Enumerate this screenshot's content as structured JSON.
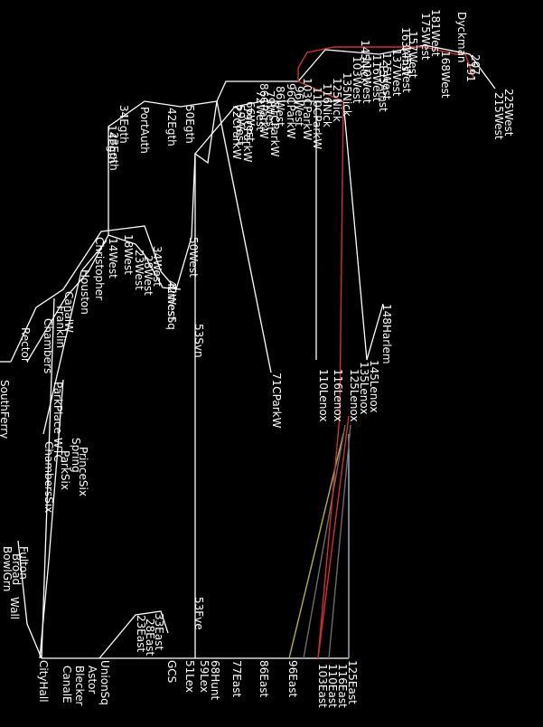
{
  "map": {
    "background": "#000000",
    "line_colors": {
      "default": "#ffffff",
      "red": "#d23030",
      "yellow_green": "#b4b43c",
      "dark_gray": "#6c6c6c",
      "light_blue": "#a9c6d6"
    },
    "stations": [
      {
        "id": "s225w",
        "label": "225West"
      },
      {
        "id": "s215w",
        "label": "215West"
      },
      {
        "id": "sdyck",
        "label": "Dyckman"
      },
      {
        "id": "s207",
        "label": "207"
      },
      {
        "id": "s191",
        "label": "191"
      },
      {
        "id": "s181w",
        "label": "181West"
      },
      {
        "id": "s175w",
        "label": "175West"
      },
      {
        "id": "s168w",
        "label": "168West"
      },
      {
        "id": "s157w",
        "label": "157West"
      },
      {
        "id": "s145w",
        "label": "145West"
      },
      {
        "id": "s137w",
        "label": "137West"
      },
      {
        "id": "s125w",
        "label": "125West"
      },
      {
        "id": "s116w",
        "label": "116West"
      },
      {
        "id": "s110w",
        "label": "110West"
      },
      {
        "id": "s103w",
        "label": "103West"
      },
      {
        "id": "s96w",
        "label": "96West"
      },
      {
        "id": "s86w",
        "label": "86West"
      },
      {
        "id": "s79w",
        "label": "79West"
      },
      {
        "id": "s72w",
        "label": "72West"
      },
      {
        "id": "s66w",
        "label": "66West"
      },
      {
        "id": "s59w",
        "label": "59West"
      },
      {
        "id": "s50w",
        "label": "50West"
      },
      {
        "id": "s42w",
        "label": "42West"
      },
      {
        "id": "s34w",
        "label": "34West"
      },
      {
        "id": "s28w",
        "label": "28West"
      },
      {
        "id": "s23w",
        "label": "23West"
      },
      {
        "id": "s18w",
        "label": "18West"
      },
      {
        "id": "s14w",
        "label": "14West"
      },
      {
        "id": "schris",
        "label": "Christopher"
      },
      {
        "id": "shous",
        "label": "Houston"
      },
      {
        "id": "scanal",
        "label": "CanalW"
      },
      {
        "id": "sfrank",
        "label": "Franklin"
      },
      {
        "id": "schamb",
        "label": "Chambers"
      },
      {
        "id": "srector",
        "label": "Rector"
      },
      {
        "id": "ssouth",
        "label": "SouthFerry"
      },
      {
        "id": "s14e",
        "label": "14Egth"
      },
      {
        "id": "s34e",
        "label": "34Egth"
      },
      {
        "id": "s23e",
        "label": "23Egth"
      },
      {
        "id": "s42e",
        "label": "42Egth"
      },
      {
        "id": "s50e",
        "label": "50Egth"
      },
      {
        "id": "sporta",
        "label": "PortAuth"
      },
      {
        "id": "stimes",
        "label": "TimesSq"
      },
      {
        "id": "s53s",
        "label": "53Svn"
      },
      {
        "id": "s53f",
        "label": "53Fve"
      },
      {
        "id": "s86cp",
        "label": "86CParkW"
      },
      {
        "id": "s81cp",
        "label": "81CParkW"
      },
      {
        "id": "s72cp",
        "label": "72CParkW"
      },
      {
        "id": "s79cp",
        "label": "79CParkW"
      },
      {
        "id": "s96cp",
        "label": "96CParkW"
      },
      {
        "id": "s103cp",
        "label": "103CParkW"
      },
      {
        "id": "s110cp",
        "label": "110CParkW"
      },
      {
        "id": "s116nick",
        "label": "116Nick"
      },
      {
        "id": "s125nick",
        "label": "125Nick"
      },
      {
        "id": "s135nick",
        "label": "135Nick"
      },
      {
        "id": "s145nick",
        "label": "145Nick"
      },
      {
        "id": "s155amst",
        "label": "155Amst"
      },
      {
        "id": "s163amst",
        "label": "163Amst"
      },
      {
        "id": "s71cp",
        "label": "71CParkW"
      },
      {
        "id": "s148h",
        "label": "148Harlem"
      },
      {
        "id": "s145l",
        "label": "145Lenox"
      },
      {
        "id": "s135l",
        "label": "135Lenox"
      },
      {
        "id": "s125l",
        "label": "125Lenox"
      },
      {
        "id": "s116l",
        "label": "116Lenox"
      },
      {
        "id": "s110l",
        "label": "110Lenox"
      },
      {
        "id": "s125e",
        "label": "125East"
      },
      {
        "id": "s116e",
        "label": "116East"
      },
      {
        "id": "s110e",
        "label": "110East"
      },
      {
        "id": "s103e",
        "label": "103East"
      },
      {
        "id": "s96e",
        "label": "96East"
      },
      {
        "id": "s86e",
        "label": "86East"
      },
      {
        "id": "s77e",
        "label": "77East"
      },
      {
        "id": "s68h",
        "label": "68Hunt"
      },
      {
        "id": "s59l",
        "label": "59Lex"
      },
      {
        "id": "s51l",
        "label": "51Lex"
      },
      {
        "id": "sgcs",
        "label": "GCS"
      },
      {
        "id": "s33e",
        "label": "33East"
      },
      {
        "id": "s28e",
        "label": "28East"
      },
      {
        "id": "s23e2",
        "label": "23East"
      },
      {
        "id": "sunion",
        "label": "UnionSq"
      },
      {
        "id": "sastor",
        "label": "Astor"
      },
      {
        "id": "sbleck",
        "label": "Blecker"
      },
      {
        "id": "scanale",
        "label": "CanalE"
      },
      {
        "id": "scity",
        "label": "CityHall"
      },
      {
        "id": "sfulton",
        "label": "Fulton"
      },
      {
        "id": "swall",
        "label": "Wall"
      },
      {
        "id": "sbowl",
        "label": "BowlGrn"
      },
      {
        "id": "sbroad",
        "label": "Broad"
      },
      {
        "id": "swtc",
        "label": "WTC"
      },
      {
        "id": "sspring",
        "label": "Spring"
      },
      {
        "id": "sparkpl",
        "label": "ParkPlace"
      },
      {
        "id": "sparksix",
        "label": "ParkSix"
      },
      {
        "id": "schambsix",
        "label": "ChambersSix"
      },
      {
        "id": "sprince",
        "label": "PrinceSix"
      }
    ]
  }
}
